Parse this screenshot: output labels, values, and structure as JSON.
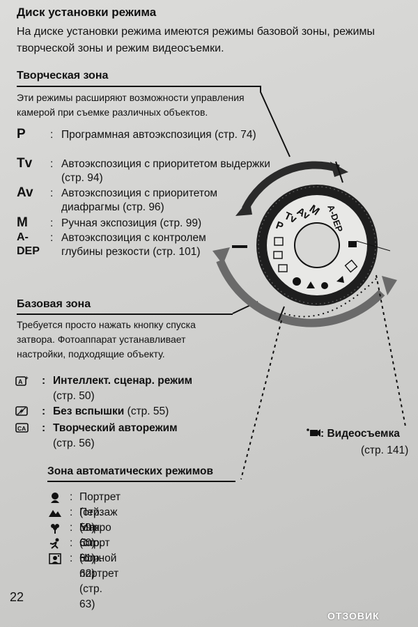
{
  "page": {
    "title": "Диск установки режима",
    "intro": "На диске установки режима имеются режимы базовой зоны, режимы творческой зоны и режим видеосъемки."
  },
  "creative_zone": {
    "title": "Творческая зона",
    "description": "Эти режимы расширяют возможности управления камерой при съемке различных объектов.",
    "modes": [
      {
        "symbol": "P",
        "text": "Программная автоэкспозиция (стр. 74)"
      },
      {
        "symbol": "Tv",
        "text": "Автоэкспозиция с приоритетом выдержки (стр. 94)"
      },
      {
        "symbol": "Av",
        "text": "Автоэкспозиция с приоритетом диафрагмы (стр. 96)"
      },
      {
        "symbol": "M",
        "text": "Ручная экспозиция (стр. 99)"
      },
      {
        "symbol": "A-DEP",
        "text": "Автоэкспозиция с контролем глубины резкости (стр. 101)"
      }
    ]
  },
  "basic_zone": {
    "title": "Базовая зона",
    "description": "Требуется просто нажать кнопку спуска затвора. Фотоаппарат устанавливает настройки, подходящие объекту.",
    "modes": [
      {
        "icon": "intelligent-scene-icon",
        "name": "Интеллект. сценар. режим",
        "page": "(стр. 50)"
      },
      {
        "icon": "flash-off-icon",
        "name": "Без вспышки",
        "page": "(стр. 55)"
      },
      {
        "icon": "creative-auto-icon",
        "name": "Творческий авторежим",
        "page": "(стр. 56)"
      }
    ]
  },
  "auto_zone": {
    "title": "Зона автоматических режимов",
    "modes": [
      {
        "icon": "portrait-icon",
        "text": "Портрет (стр. 59)"
      },
      {
        "icon": "landscape-icon",
        "text": "Пейзаж (стр. 60)"
      },
      {
        "icon": "macro-icon",
        "text": "Макро (стр. 61)"
      },
      {
        "icon": "sport-icon",
        "text": "Спорт (стр. 62)"
      },
      {
        "icon": "night-portrait-icon",
        "text": "Ночной портрет (стр. 63)"
      }
    ]
  },
  "movie": {
    "label": "Видеосъемка",
    "page": "(стр. 141)"
  },
  "dial": {
    "labels": [
      "A-DEP",
      "M",
      "Av",
      "Tv",
      "P"
    ]
  },
  "colon": ":",
  "page_number": "22",
  "watermark": "ОТЗОВИК"
}
